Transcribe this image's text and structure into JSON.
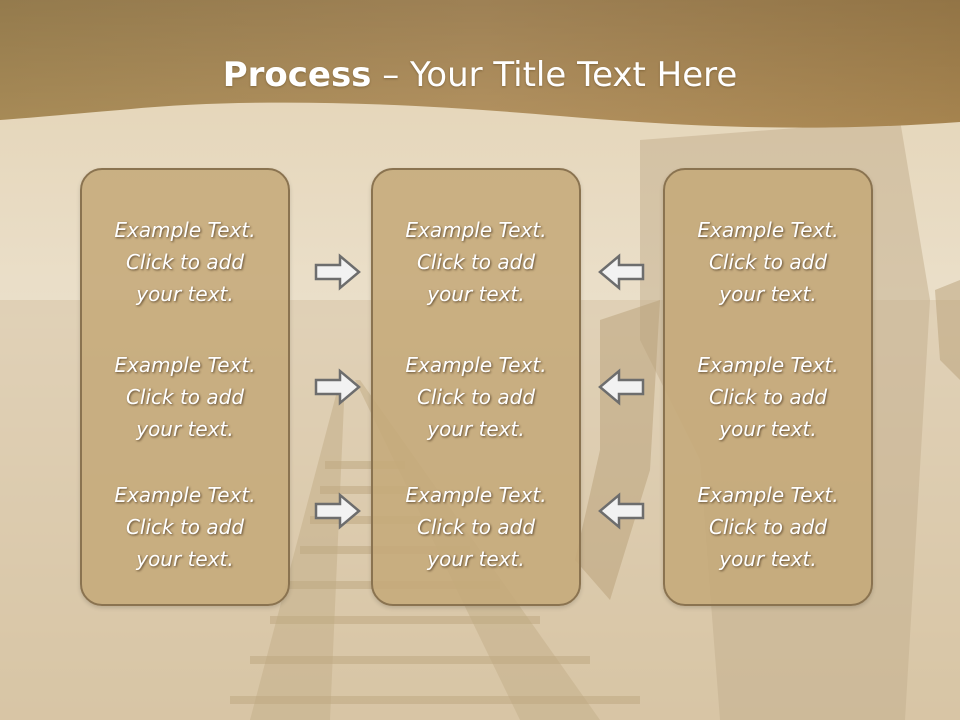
{
  "slide": {
    "title_bold": "Process",
    "title_rest": " – Your Title Text Here"
  },
  "columns": [
    {
      "items": [
        {
          "lines": [
            "Example Text.",
            "Click  to add",
            "your text."
          ]
        },
        {
          "lines": [
            "Example Text.",
            "Click  to add",
            "your text."
          ]
        },
        {
          "lines": [
            "Example Text.",
            "Click  to add",
            "your text."
          ]
        }
      ]
    },
    {
      "items": [
        {
          "lines": [
            "Example Text.",
            "Click  to add",
            "your text."
          ]
        },
        {
          "lines": [
            "Example Text.",
            "Click  to add",
            "your text."
          ]
        },
        {
          "lines": [
            "Example Text.",
            "Click  to add",
            "your text."
          ]
        }
      ]
    },
    {
      "items": [
        {
          "lines": [
            "Example Text.",
            "Click  to add",
            "your text."
          ]
        },
        {
          "lines": [
            "Example Text.",
            "Click  to add",
            "your text."
          ]
        },
        {
          "lines": [
            "Example Text.",
            "Click  to add",
            "your text."
          ]
        }
      ]
    }
  ],
  "arrows": {
    "left_group": "arrow-right-icon",
    "right_group": "arrow-left-icon"
  },
  "colors": {
    "header": "#a98a55",
    "box_fill": "#c5aa7a",
    "box_border": "#8a7350",
    "arrow_fill": "#f2f2f2",
    "arrow_stroke": "#6d6d6d"
  }
}
